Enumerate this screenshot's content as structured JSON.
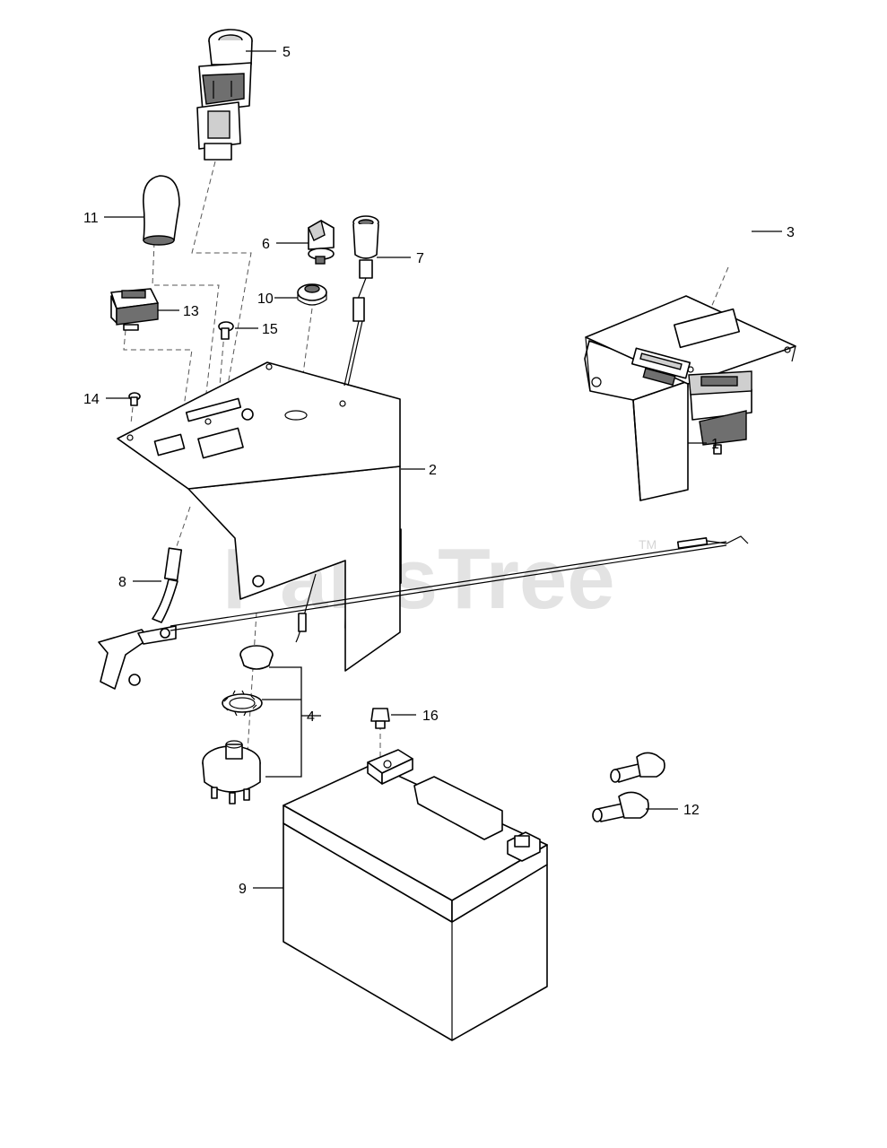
{
  "watermark": {
    "text": "PartsTree",
    "trademark": "TM"
  },
  "callouts": [
    {
      "id": "callout-1",
      "label": "1"
    },
    {
      "id": "callout-2",
      "label": "2"
    },
    {
      "id": "callout-3",
      "label": "3"
    },
    {
      "id": "callout-4",
      "label": "4"
    },
    {
      "id": "callout-5",
      "label": "5"
    },
    {
      "id": "callout-6",
      "label": "6"
    },
    {
      "id": "callout-7",
      "label": "7"
    },
    {
      "id": "callout-8",
      "label": "8"
    },
    {
      "id": "callout-9",
      "label": "9"
    },
    {
      "id": "callout-10",
      "label": "10"
    },
    {
      "id": "callout-11",
      "label": "11"
    },
    {
      "id": "callout-12",
      "label": "12"
    },
    {
      "id": "callout-13",
      "label": "13"
    },
    {
      "id": "callout-14",
      "label": "14"
    },
    {
      "id": "callout-15",
      "label": "15"
    },
    {
      "id": "callout-16",
      "label": "16"
    }
  ]
}
